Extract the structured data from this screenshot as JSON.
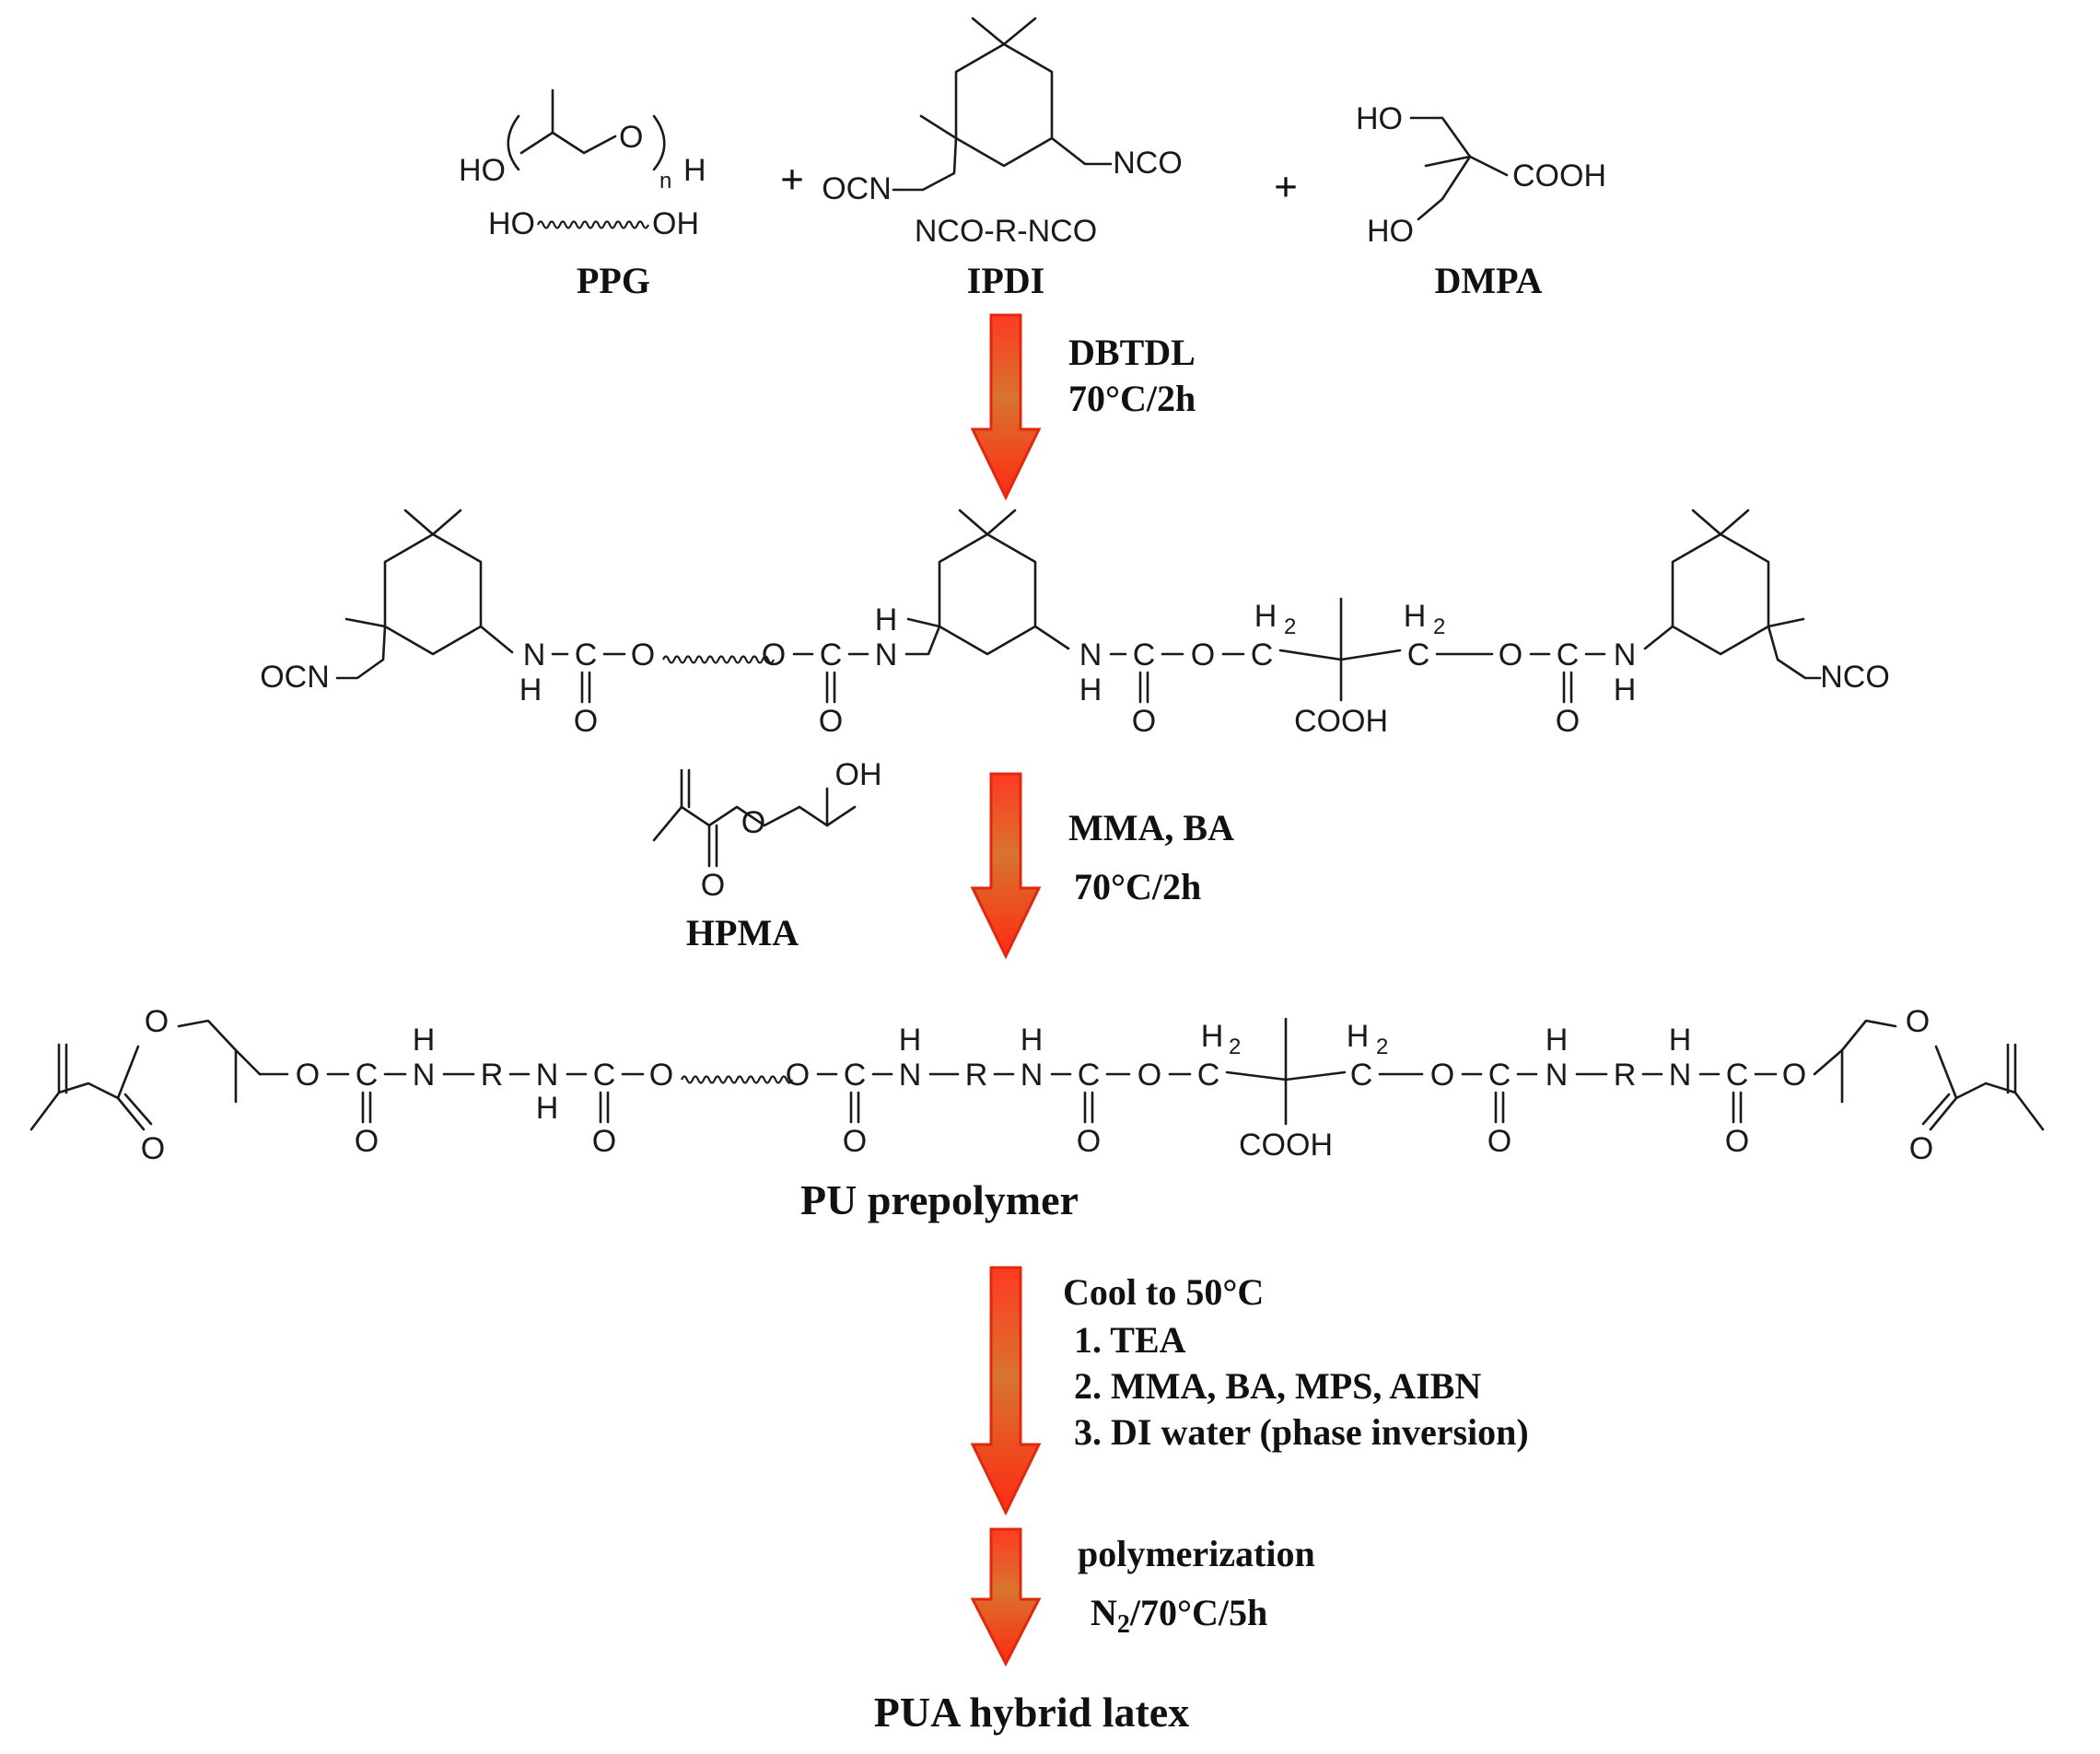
{
  "reactants": {
    "ppg": {
      "name": "PPG",
      "alt_formula_left": "HO",
      "alt_formula_right": "OH",
      "atoms": {
        "ho": "HO",
        "o": "O",
        "h": "H",
        "n": "n"
      }
    },
    "ipdi": {
      "name": "IPDI",
      "alt_formula": "NCO-R-NCO",
      "atoms": {
        "nco_left": "OCN",
        "nco_right": "NCO"
      }
    },
    "dmpa": {
      "name": "DMPA",
      "atoms": {
        "ho_top": "HO",
        "ho_bottom": "HO",
        "cooh": "COOH"
      }
    },
    "plus": "+"
  },
  "step1": {
    "line1": "DBTDL",
    "line2": "70°C/2h"
  },
  "intermediate": {
    "atoms": {
      "ocn": "OCN",
      "nco": "NCO",
      "n": "N",
      "h": "H",
      "c": "C",
      "o": "O",
      "h2": "H",
      "two": "2",
      "cooh": "COOH"
    }
  },
  "step2": {
    "reagent_name": "HPMA",
    "reagent_oh": "OH",
    "reagent_o": "O",
    "line1": "MMA, BA",
    "line2": "70°C/2h"
  },
  "prepolymer": {
    "name": "PU prepolymer",
    "atoms": {
      "o": "O",
      "c": "C",
      "n": "N",
      "h": "H",
      "r": "R",
      "cooh": "COOH",
      "two": "2"
    }
  },
  "step3": {
    "header": "Cool to 50°C",
    "items": [
      "1. TEA",
      "2. MMA, BA, MPS, AIBN",
      "3. DI water (phase inversion)"
    ]
  },
  "step4": {
    "line1": "polymerization",
    "line2_n": "N",
    "line2_sub": "2",
    "line2_rest": "/70°C/5h"
  },
  "product": {
    "name": "PUA hybrid latex"
  },
  "colors": {
    "arrow_top": "#ff2b1a",
    "arrow_mid": "#d86a2a",
    "arrow_edge": "#e0280e",
    "ink": "#1a1a1a"
  }
}
